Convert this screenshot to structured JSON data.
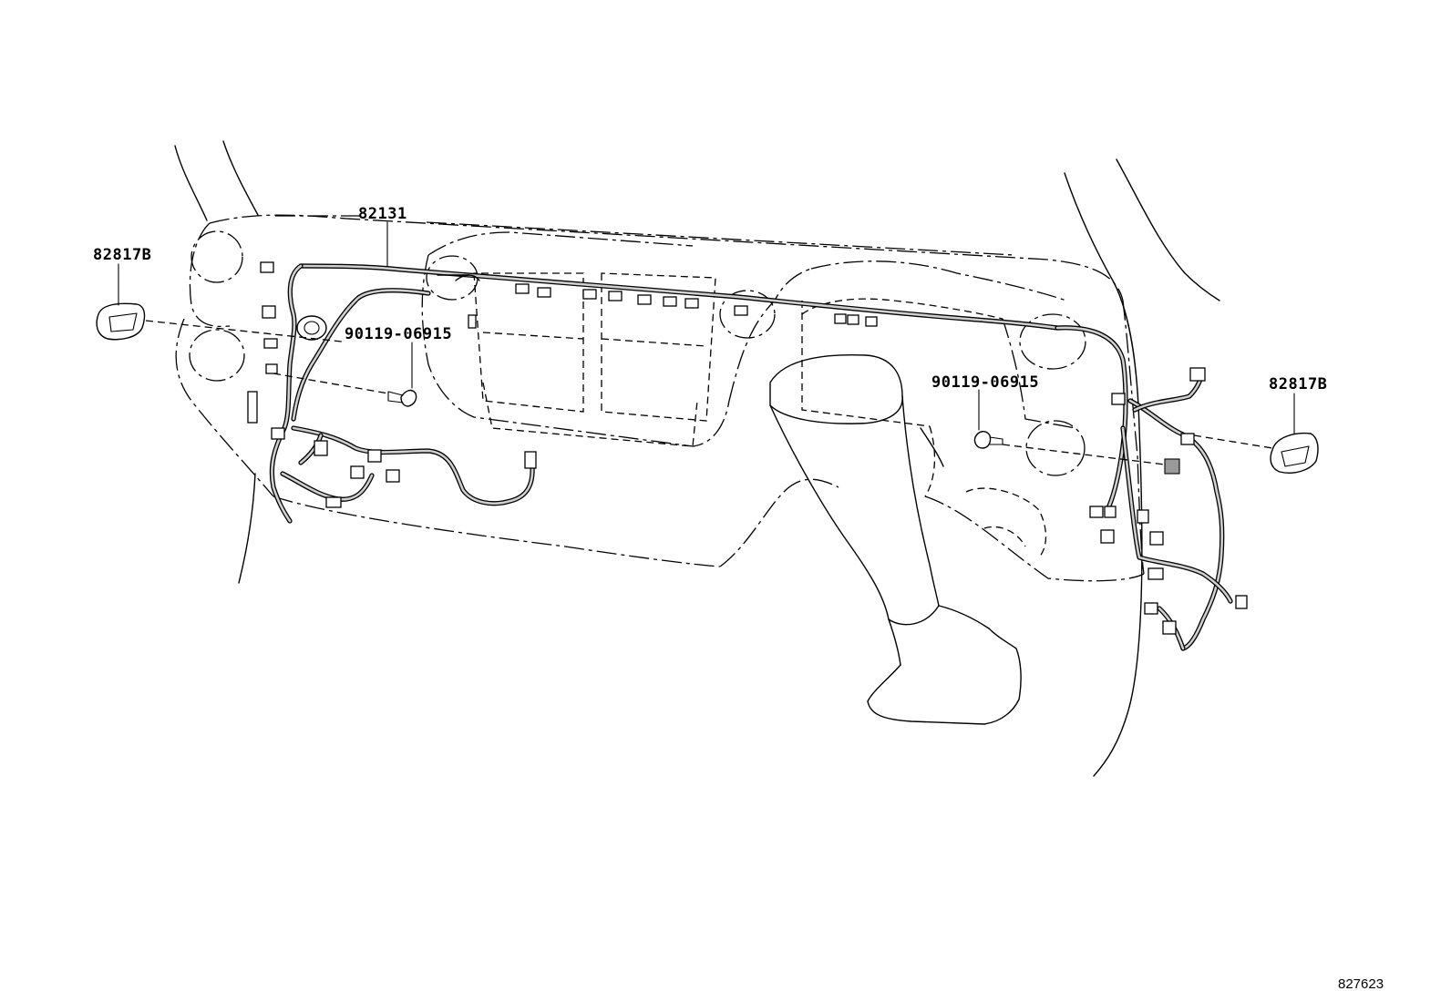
{
  "diagram": {
    "labels": {
      "harness": "82131",
      "clip_left": "82817B",
      "clip_right": "82817B",
      "bolt_left": "90119-06915",
      "bolt_right": "90119-06915"
    },
    "figure_number": "827623"
  }
}
